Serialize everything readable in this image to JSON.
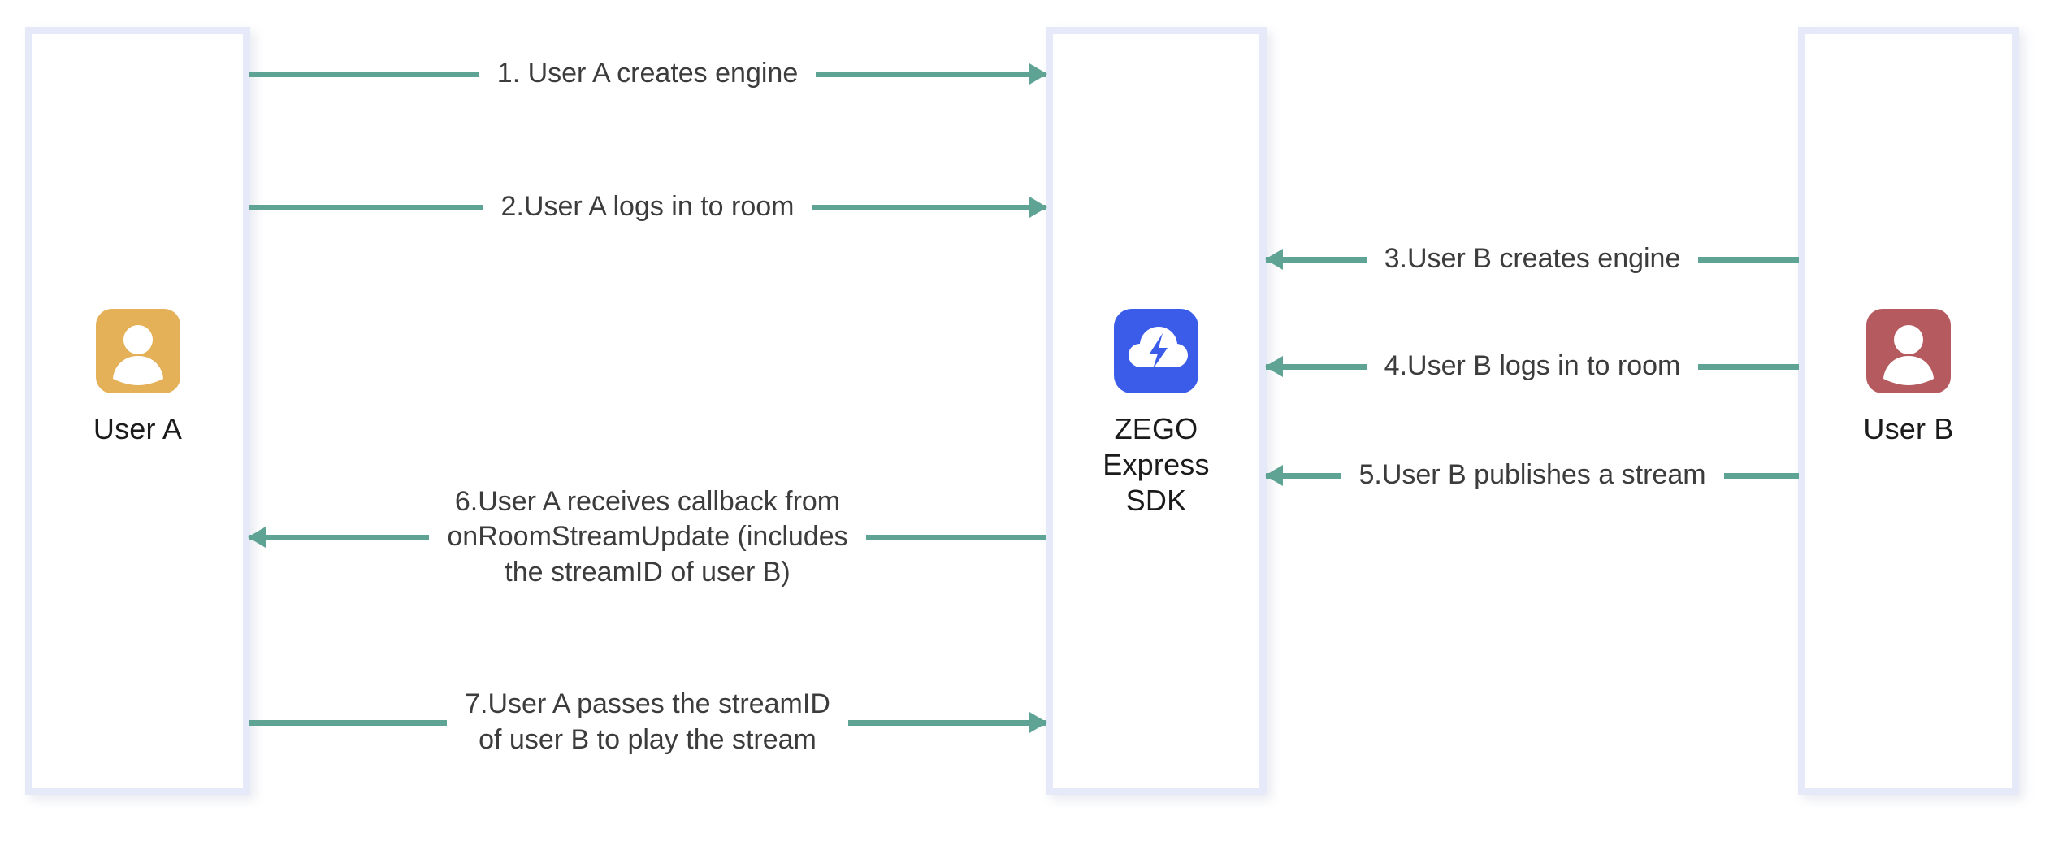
{
  "diagram": {
    "type": "sequence-flow",
    "background": "#ffffff",
    "accent_arrow_color": "#5fa395",
    "lane_border_color": "#e6eaf8",
    "nodes": [
      {
        "id": "user-a",
        "label": "User A",
        "avatar_icon": "person-avatar-icon",
        "avatar_color": "#e4b158"
      },
      {
        "id": "zego-sdk",
        "label": "ZEGO\nExpress\nSDK",
        "avatar_icon": "zego-cloud-lightning-logo",
        "avatar_color": "#3b5ce8"
      },
      {
        "id": "user-b",
        "label": "User B",
        "avatar_icon": "person-avatar-icon",
        "avatar_color": "#b55a5e"
      }
    ],
    "steps": [
      {
        "number": "1",
        "label": "1. User A creates engine",
        "from": "user-a",
        "to": "zego-sdk",
        "direction": "right"
      },
      {
        "number": "2",
        "label": "2.User A logs in to room",
        "from": "user-a",
        "to": "zego-sdk",
        "direction": "right"
      },
      {
        "number": "3",
        "label": "3.User B creates engine",
        "from": "user-b",
        "to": "zego-sdk",
        "direction": "left"
      },
      {
        "number": "4",
        "label": "4.User B logs in to room",
        "from": "user-b",
        "to": "zego-sdk",
        "direction": "left"
      },
      {
        "number": "5",
        "label": "5.User B publishes a stream",
        "from": "user-b",
        "to": "zego-sdk",
        "direction": "left"
      },
      {
        "number": "6",
        "label": "6.User A receives callback from\nonRoomStreamUpdate (includes\nthe streamID of user B)",
        "from": "zego-sdk",
        "to": "user-a",
        "direction": "left"
      },
      {
        "number": "7",
        "label": "7.User A passes the streamID\nof user B to play the stream",
        "from": "user-a",
        "to": "zego-sdk",
        "direction": "right"
      }
    ]
  }
}
